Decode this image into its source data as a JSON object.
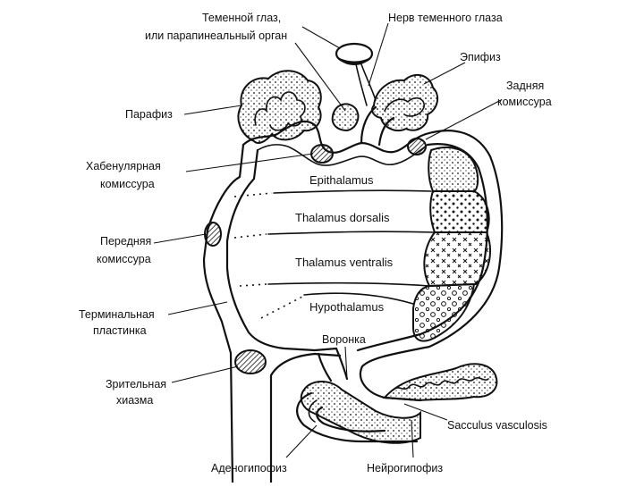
{
  "labels": {
    "parietal_eye_line1": "Теменной глаз,",
    "parietal_eye_line2": "или парапинеальный орган",
    "parietal_nerve": "Нерв теменного глаза",
    "epiphysis": "Эпифиз",
    "posterior_commissure_line1": "Задняя",
    "posterior_commissure_line2": "комиссура",
    "paraphysis": "Парафиз",
    "habenular_commissure_line1": "Хабенулярная",
    "habenular_commissure_line2": "комиссура",
    "anterior_commissure_line1": "Передняя",
    "anterior_commissure_line2": "комиссура",
    "terminal_plate_line1": "Терминальная",
    "terminal_plate_line2": "пластинка",
    "optic_chiasm_line1": "Зрительная",
    "optic_chiasm_line2": "хиазма",
    "infundibulum": "Воронка",
    "saccus_vasculosus": "Sacculus vasculosis",
    "adenohypophysis": "Аденогипофиз",
    "neurohypophysis": "Нейрогипофиз"
  },
  "regions": {
    "epithalamus": "Epithalamus",
    "thalamus_dorsalis": "Thalamus dorsalis",
    "thalamus_ventralis": "Thalamus ventralis",
    "hypothalamus": "Hypothalamus"
  }
}
